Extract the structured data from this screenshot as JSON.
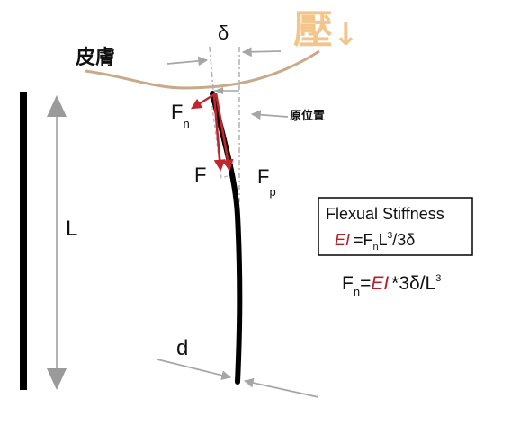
{
  "skin_label": "皮膚",
  "press_label": "壓",
  "press_arrow": "↓",
  "original_position_label": "原位置",
  "delta": "δ",
  "fn": {
    "base": "F",
    "sub": "n"
  },
  "f": "F",
  "fp": {
    "base": "F",
    "sub": "p"
  },
  "length_label": "L",
  "diameter_label": "d",
  "box": {
    "title": "Flexual Stiffness",
    "ei": "EI",
    "eq": "=F",
    "n": "n",
    "l": "L",
    "cube": "3",
    "rest": "/3δ"
  },
  "formula": {
    "f": "F",
    "n": "n",
    "eq": "=",
    "ei": "EI",
    "mid": "*3δ/L",
    "cube": "3"
  },
  "colors": {
    "skin": "#c8a98a",
    "press": "#f3c58a",
    "force_red": "#c0272d",
    "gray": "#9a9a9a",
    "black": "#000000"
  }
}
